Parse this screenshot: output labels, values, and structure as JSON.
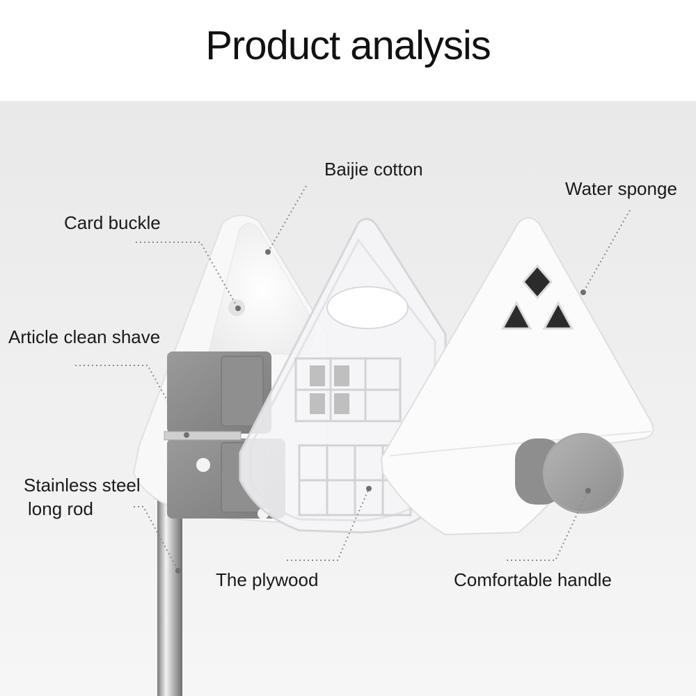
{
  "title": "Product analysis",
  "labels": {
    "baijie_cotton": "Baijie cotton",
    "water_sponge": "Water sponge",
    "card_buckle": "Card buckle",
    "article_clean_shave": "Article clean shave",
    "stainless_steel_line1": "Stainless steel",
    "stainless_steel_line2": "long rod",
    "the_plywood": "The plywood",
    "comfortable_handle": "Comfortable handle"
  },
  "colors": {
    "background_top": "#e9e9ea",
    "plastic_white": "#f7f7f7",
    "pad_gray": "#8c8c8c",
    "knob_gray": "#9e9e9e",
    "sponge_black": "#2b2b2b",
    "leader_line": "#8a8a8a"
  },
  "icons": {
    "sponge_shape": "diamond-and-triangles",
    "handle": "round-knob"
  }
}
